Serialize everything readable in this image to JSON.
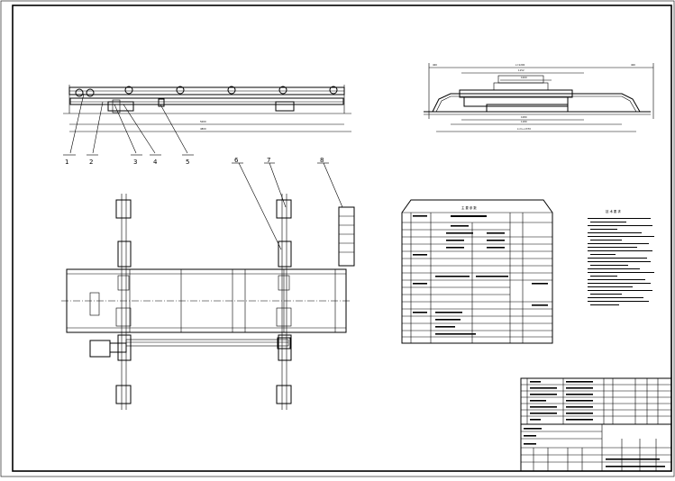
{
  "drawing": {
    "callouts": [
      "1",
      "2",
      "3",
      "4",
      "5",
      "6",
      "7",
      "8"
    ],
    "table_title": "主 要 参 数",
    "tech_req_title": "技 术 要 求",
    "line_color": "#000000",
    "background": "#ffffff"
  }
}
